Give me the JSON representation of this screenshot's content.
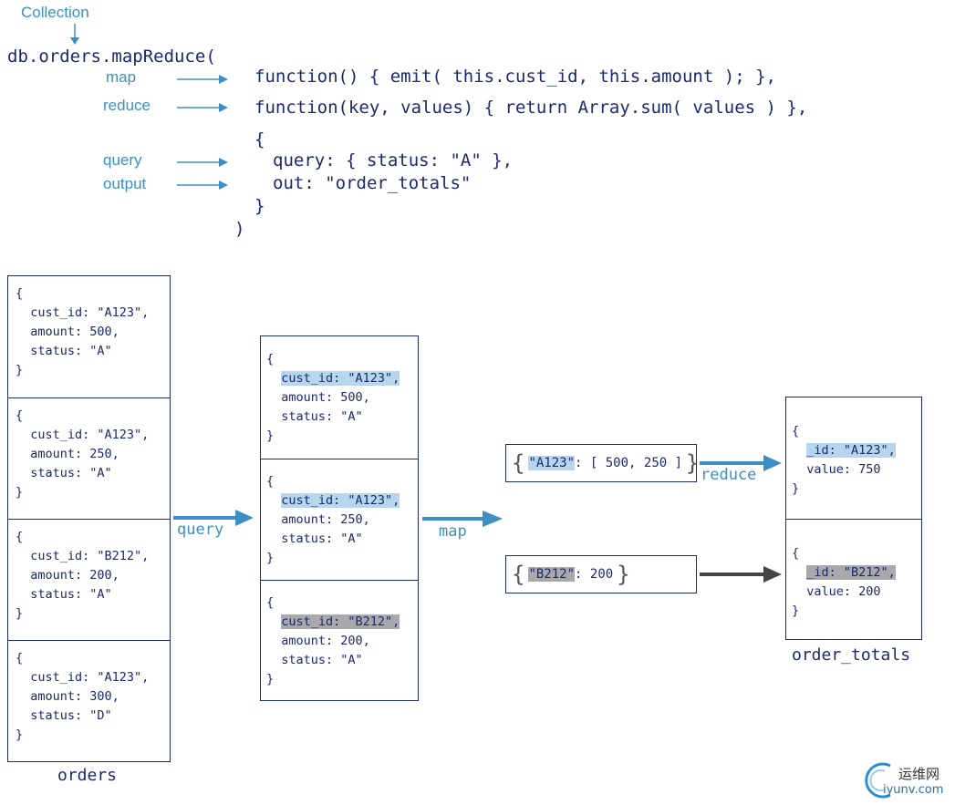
{
  "code": {
    "collection_label": "Collection",
    "line_call": "db.orders.mapReduce(",
    "map_label": "map",
    "map_fn": "function() { emit( this.cust_id, this.amount ); },",
    "reduce_label": "reduce",
    "reduce_fn": "function(key, values) { return Array.sum( values ) },",
    "open_brace": "{",
    "query_label": "query",
    "query_line": "query: { status: \"A\" },",
    "output_label": "output",
    "out_line": "out: \"order_totals\"",
    "close_brace": "}",
    "close_paren": ")"
  },
  "orders": {
    "caption": "orders",
    "docs": [
      {
        "open": "{",
        "l1": "cust_id: \"A123\",",
        "l2": "amount: 500,",
        "l3": "status: \"A\"",
        "close": "}"
      },
      {
        "open": "{",
        "l1": "cust_id: \"A123\",",
        "l2": "amount: 250,",
        "l3": "status: \"A\"",
        "close": "}"
      },
      {
        "open": "{",
        "l1": "cust_id: \"B212\",",
        "l2": "amount: 200,",
        "l3": "status: \"A\"",
        "close": "}"
      },
      {
        "open": "{",
        "l1": "cust_id: \"A123\",",
        "l2": "amount: 300,",
        "l3": "status: \"D\"",
        "close": "}"
      }
    ]
  },
  "query_arrow_label": "query",
  "filtered": {
    "docs": [
      {
        "open": "{",
        "l1": "cust_id: \"A123\",",
        "l2": "amount: 500,",
        "l3": "status: \"A\"",
        "close": "}"
      },
      {
        "open": "{",
        "l1": "cust_id: \"A123\",",
        "l2": "amount: 250,",
        "l3": "status: \"A\"",
        "close": "}"
      },
      {
        "open": "{",
        "l1": "cust_id: \"B212\",",
        "l2": "amount: 200,",
        "l3": "status: \"A\"",
        "close": "}"
      }
    ]
  },
  "map_arrow_label": "map",
  "pairs": [
    {
      "open": "{",
      "key": "\"A123\"",
      "rest": ": [ 500, 250 ]",
      "close": "}"
    },
    {
      "open": "{",
      "key": "\"B212\"",
      "rest": ": 200",
      "close": "}"
    }
  ],
  "reduce_arrow_label": "reduce",
  "results": {
    "caption": "order_totals",
    "docs": [
      {
        "open": "{",
        "l1": "_id: \"A123\",",
        "l2": "value: 750",
        "close": "}"
      },
      {
        "open": "{",
        "l1": "_id: \"B212\",",
        "l2": "value: 200",
        "close": "}"
      }
    ]
  },
  "watermark": {
    "cn": "运维网",
    "url": "iyunv.com"
  },
  "colors": {
    "navy": "#1b2a6b",
    "accent": "#3d8fc3",
    "highlight_blue": "#b7d5ec",
    "highlight_gray": "#a9a9ad",
    "dark_arrow": "#444444"
  }
}
